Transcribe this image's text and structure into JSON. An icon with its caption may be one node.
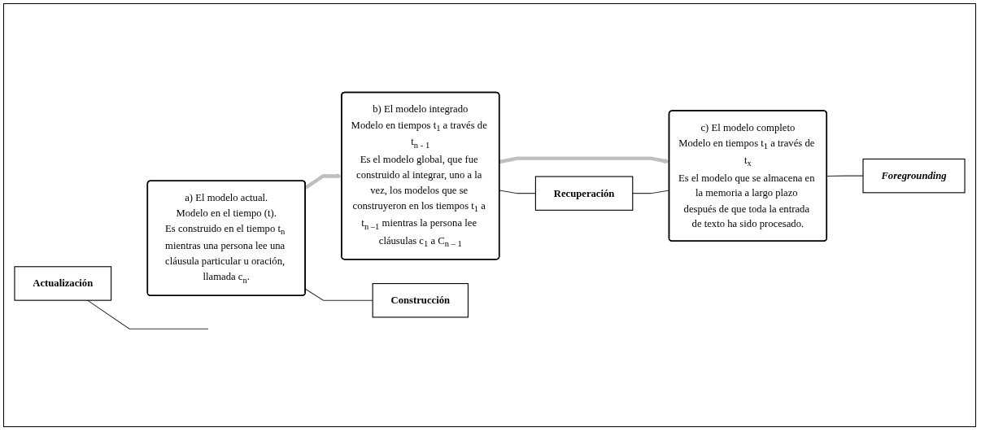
{
  "diagram": {
    "nodes": [
      {
        "text": [
          "Actualización"
        ]
      },
      {
        "text": [
          "a) El modelo actual.",
          "Modelo en el tiempo (t).",
          "Es construido en el tiempo t$_{n}$ mientras una persona lee una cláusula particular u oración, llamada c$_{n}$."
        ]
      },
      {
        "text": [
          "b) El modelo integrado",
          "Modelo en tiempos t$_{1}$ a través de t$_{n - 1}$",
          "Es el modelo global, que fue construido al integrar, uno a la vez, los modelos que se construyeron en los tiempos t$_{1}$ a t$_{n –1}$ mientras la persona lee cláusulas c$_{1}$ a C$_{n – 1}$"
        ]
      },
      {
        "text": [
          "c) El modelo completo",
          "Modelo en tiempos t$_{1}$ a través de t$_{x}$",
          "Es el modelo que se almacena en la memoria a largo plazo después de que toda la entrada de texto ha sido procesado."
        ]
      },
      {
        "text": [
          "Construcción"
        ]
      },
      {
        "text": [
          "Recuperación"
        ]
      },
      {
        "text": [
          "Foregrounding"
        ]
      }
    ],
    "edges": [
      {
        "from": 0,
        "to": null,
        "arrow": "none"
      },
      {
        "from": 1,
        "to": 2,
        "arrow": "to",
        "style": "thick",
        "color": "#bfbfbf"
      },
      {
        "from": 2,
        "to": 3,
        "arrow": "to",
        "style": "thick",
        "color": "#bfbfbf"
      },
      {
        "from": 1,
        "to": 4,
        "arrow": "none"
      },
      {
        "from": 2,
        "to": 5,
        "arrow": "none"
      },
      {
        "from": 5,
        "to": 3,
        "arrow": "none"
      },
      {
        "from": 3,
        "to": 6,
        "arrow": "none"
      }
    ]
  }
}
